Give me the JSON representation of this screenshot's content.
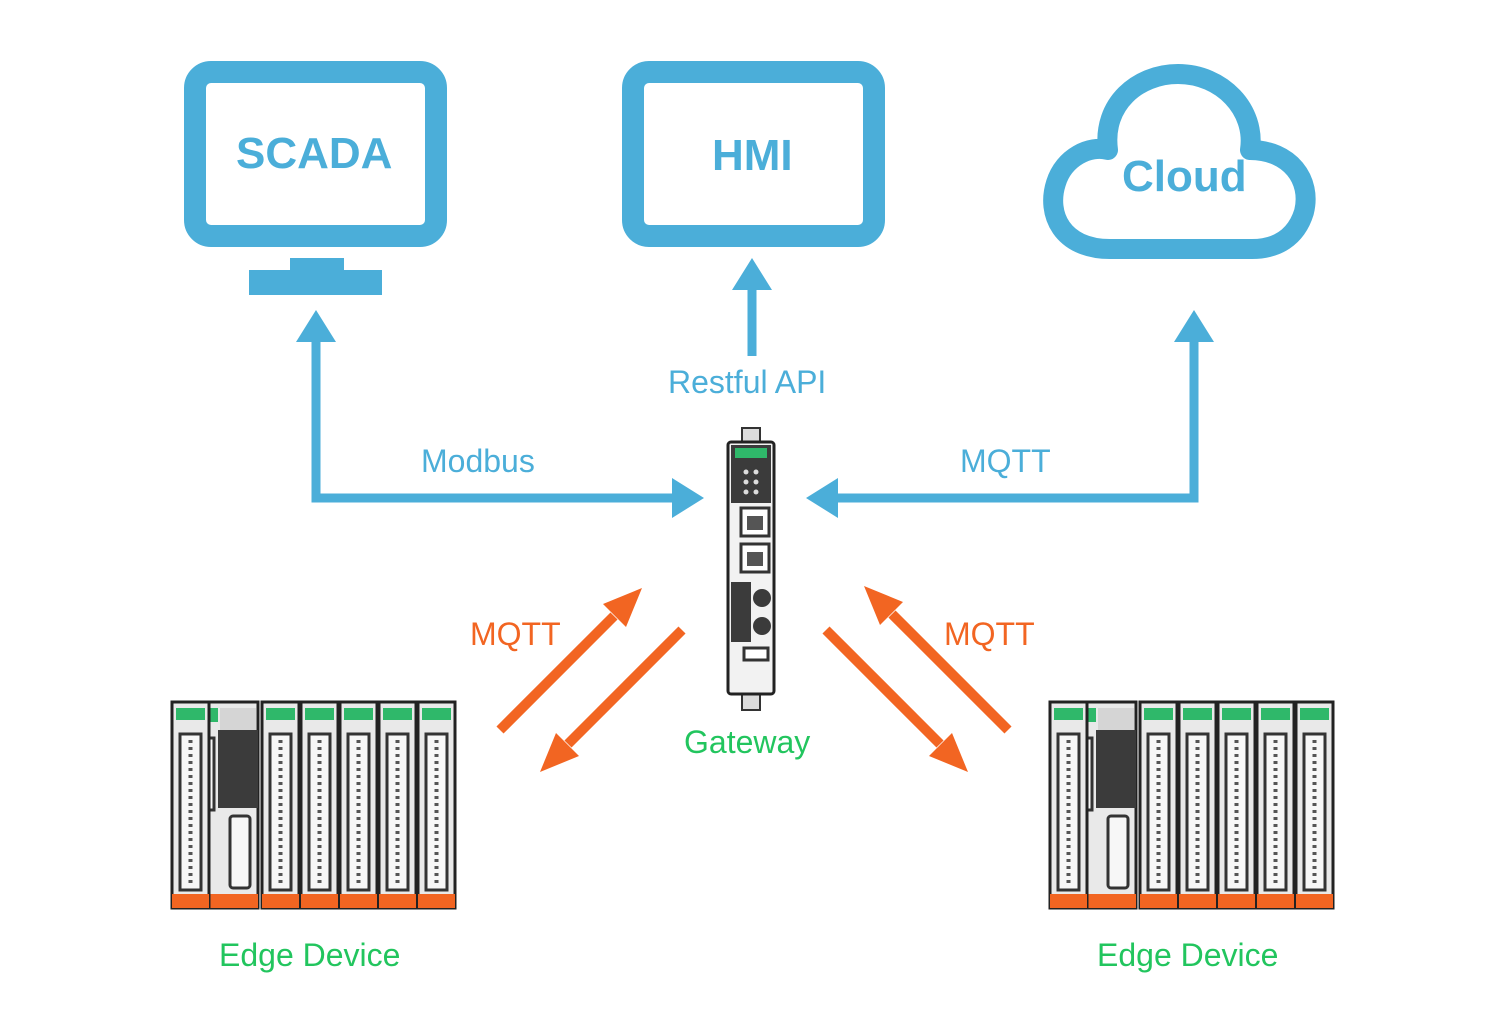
{
  "colors": {
    "blue": "#4baed9",
    "orange": "#f26522",
    "green": "#22c55e",
    "device_dark": "#3b3b3b",
    "device_grey": "#e9e9e9",
    "moxa_green": "#2fb86a"
  },
  "nodes": {
    "scada": {
      "label": "SCADA",
      "icon": "monitor-icon"
    },
    "hmi": {
      "label": "HMI",
      "icon": "panel-icon"
    },
    "cloud": {
      "label": "Cloud",
      "icon": "cloud-icon"
    },
    "gateway": {
      "label": "Gateway",
      "icon": "gateway-device-icon"
    },
    "edge_left": {
      "label": "Edge Device",
      "icon": "io-module-rack-icon"
    },
    "edge_right": {
      "label": "Edge Device",
      "icon": "io-module-rack-icon"
    }
  },
  "connections": {
    "modbus": {
      "label": "Modbus",
      "from": "gateway",
      "to": "scada"
    },
    "restful": {
      "label": "Restful API",
      "from": "gateway",
      "to": "hmi"
    },
    "mqtt_cloud": {
      "label": "MQTT",
      "from": "gateway",
      "to": "cloud"
    },
    "mqtt_left": {
      "label": "MQTT",
      "between": [
        "edge_left",
        "gateway"
      ]
    },
    "mqtt_right": {
      "label": "MQTT",
      "between": [
        "edge_right",
        "gateway"
      ]
    }
  }
}
